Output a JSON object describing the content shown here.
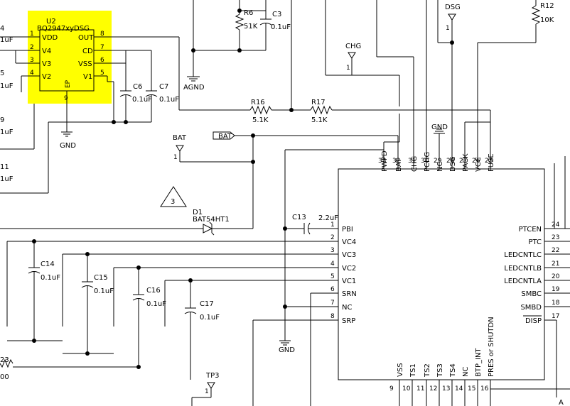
{
  "u2": {
    "ref": "U2",
    "part": "BQ2947xyDSG",
    "pins": {
      "vdd": {
        "num": "1",
        "name": "VDD"
      },
      "v4": {
        "num": "2",
        "name": "V4"
      },
      "v3": {
        "num": "3",
        "name": "V3"
      },
      "v2": {
        "num": "4",
        "name": "V2"
      },
      "out": {
        "num": "8",
        "name": "OUT"
      },
      "cd": {
        "num": "7",
        "name": "CD"
      },
      "vss": {
        "num": "6",
        "name": "VSS"
      },
      "v1": {
        "num": "5",
        "name": "V1"
      },
      "ep": {
        "num": "9",
        "name": "EP"
      }
    }
  },
  "edge": {
    "c_left_1": "4",
    "c_left_1v": "1uF",
    "c_left_2": "5",
    "c_left_2v": "1uF",
    "c_left_3": "9",
    "c_left_3v": "1uF",
    "c_left_4": "11",
    "c_left_4v": "1uF",
    "r_left": "23",
    "r_left_v": "00",
    "a_label": "A"
  },
  "passives": {
    "r6": {
      "ref": "R6",
      "val": "51K"
    },
    "c3": {
      "ref": "C3",
      "val": "0.1uF"
    },
    "c6": {
      "ref": "C6",
      "val": "0.1uF"
    },
    "c7": {
      "ref": "C7",
      "val": "0.1uF"
    },
    "r16": {
      "ref": "R16",
      "val": "5.1K"
    },
    "r17": {
      "ref": "R17",
      "val": "5.1K"
    },
    "r12": {
      "ref": "R12",
      "val": "10K"
    },
    "c13": {
      "ref": "C13",
      "val": "2.2uF"
    },
    "c14": {
      "ref": "C14",
      "val": "0.1uF"
    },
    "c15": {
      "ref": "C15",
      "val": "0.1uF"
    },
    "c16": {
      "ref": "C16",
      "val": "0.1uF"
    },
    "c17": {
      "ref": "C17",
      "val": "0.1uF"
    },
    "d1": {
      "ref": "D1",
      "val": "BAT54HT1"
    }
  },
  "nets": {
    "agnd": "AGND",
    "gnd": "GND",
    "chg": "CHG",
    "dsg": "DSG",
    "bat": "BAT",
    "bat_port": "BAT",
    "tp3": "TP3",
    "one": "1",
    "tri": "3"
  },
  "ic": {
    "top_pins": [
      {
        "num": "33",
        "name": "PWPD"
      },
      {
        "num": "32",
        "name": "BAT"
      },
      {
        "num": "31",
        "name": "CHG"
      },
      {
        "num": "30",
        "name": "PCHG"
      },
      {
        "num": "29",
        "name": "NC"
      },
      {
        "num": "28",
        "name": "DSG"
      },
      {
        "num": "27",
        "name": "PACK"
      },
      {
        "num": "26",
        "name": "VCC"
      },
      {
        "num": "25",
        "name": "FUSE"
      }
    ],
    "left_pins": [
      {
        "num": "1",
        "name": "PBI"
      },
      {
        "num": "2",
        "name": "VC4"
      },
      {
        "num": "3",
        "name": "VC3"
      },
      {
        "num": "4",
        "name": "VC2"
      },
      {
        "num": "5",
        "name": "VC1"
      },
      {
        "num": "6",
        "name": "SRN"
      },
      {
        "num": "7",
        "name": "NC"
      },
      {
        "num": "8",
        "name": "SRP"
      }
    ],
    "right_pins": [
      {
        "num": "24",
        "name": "PTCEN"
      },
      {
        "num": "23",
        "name": "PTC"
      },
      {
        "num": "22",
        "name": "LEDCNTLC"
      },
      {
        "num": "21",
        "name": "LEDCNTLB"
      },
      {
        "num": "20",
        "name": "LEDCNTLA"
      },
      {
        "num": "19",
        "name": "SMBC"
      },
      {
        "num": "18",
        "name": "SMBD"
      },
      {
        "num": "17",
        "name": "DISP"
      }
    ],
    "bottom_pins": [
      {
        "num": "9",
        "name": "VSS"
      },
      {
        "num": "10",
        "name": "TS1"
      },
      {
        "num": "11",
        "name": "TS2"
      },
      {
        "num": "12",
        "name": "TS3"
      },
      {
        "num": "13",
        "name": "TS4"
      },
      {
        "num": "14",
        "name": "NC"
      },
      {
        "num": "15",
        "name": "BTP_INT"
      },
      {
        "num": "16",
        "name": "PRES or SHUTDN"
      }
    ]
  },
  "colors": {
    "highlight": "#FFFF00",
    "ink": "#000000"
  }
}
